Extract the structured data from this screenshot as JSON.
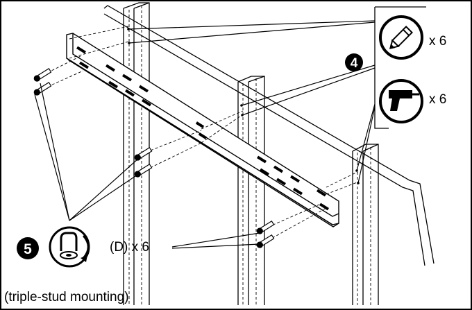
{
  "step_badges": {
    "step_4": "4",
    "step_5": "5"
  },
  "tools": [
    {
      "icon": "pencil-icon",
      "quantity": "x 6"
    },
    {
      "icon": "drill-icon",
      "quantity": "x 6"
    }
  ],
  "anchors": {
    "label": "(D) x 6"
  },
  "caption": "(triple-stud mounting)",
  "colors": {
    "line": "#000000",
    "background": "#ffffff"
  }
}
